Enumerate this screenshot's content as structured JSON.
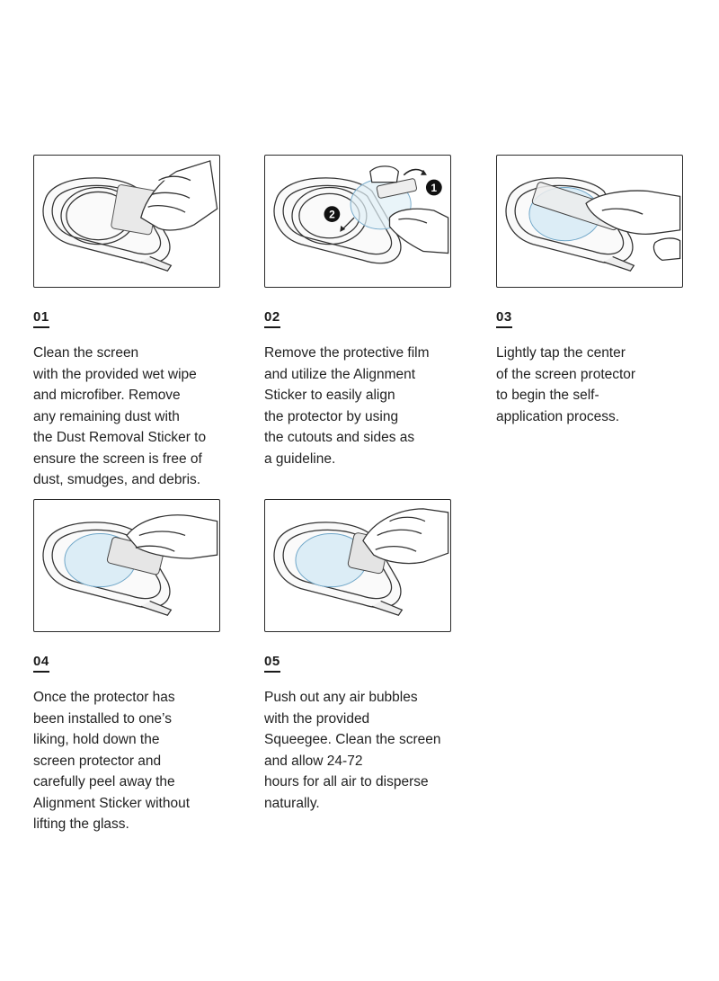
{
  "steps": [
    {
      "number": "01",
      "lines": [
        "Clean the screen",
        "with the provided wet wipe",
        "and microfiber. Remove",
        "any remaining dust with",
        "the Dust Removal Sticker to",
        "ensure the screen is free of",
        "dust, smudges, and debris."
      ]
    },
    {
      "number": "02",
      "marker_1": "1",
      "marker_2": "2",
      "lines": [
        "Remove the protective film",
        "and utilize the Alignment",
        "Sticker to easily align",
        "the protector by using",
        "the cutouts and sides as",
        "a guideline."
      ]
    },
    {
      "number": "03",
      "lines": [
        "Lightly tap the center",
        "of the screen protector",
        "to begin the self-",
        "application process."
      ]
    },
    {
      "number": "04",
      "lines": [
        "Once the protector has",
        "been installed to one’s",
        "liking, hold down the",
        "screen protector and",
        "carefully peel away the",
        "Alignment Sticker without",
        "lifting the glass."
      ]
    },
    {
      "number": "05",
      "lines": [
        "Push out any air bubbles",
        "with the provided",
        "Squeegee. Clean the screen",
        "and allow 24-72",
        "hours for all air to disperse",
        "naturally."
      ]
    }
  ]
}
